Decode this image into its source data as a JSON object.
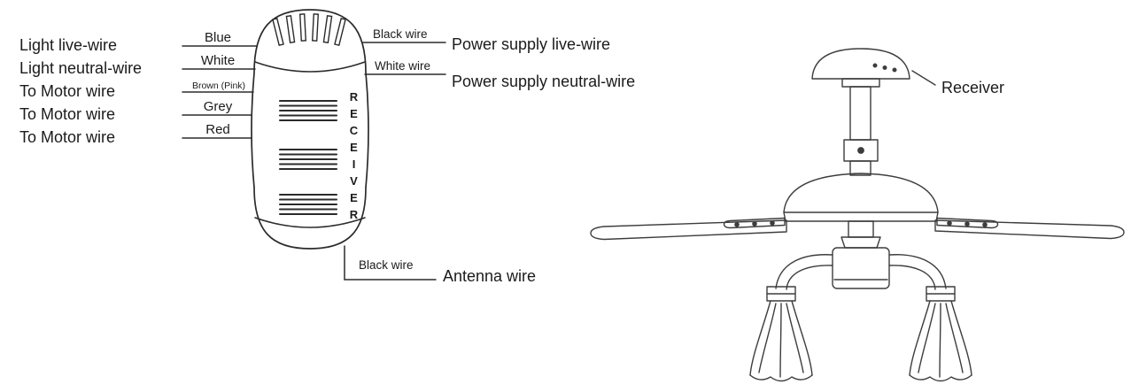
{
  "left_diagram": {
    "receiver_vertical_label": "RECEIVER",
    "left_connections": [
      {
        "label": "Light live-wire",
        "wire": "Blue"
      },
      {
        "label": "Light neutral-wire",
        "wire": "White"
      },
      {
        "label": "To Motor wire",
        "wire": "Brown (Pink)"
      },
      {
        "label": "To Motor wire",
        "wire": "Grey"
      },
      {
        "label": "To Motor wire",
        "wire": "Red"
      }
    ],
    "right_connections": [
      {
        "wire": "Black wire",
        "label": "Power supply live-wire"
      },
      {
        "wire": "White wire",
        "label": "Power supply neutral-wire"
      }
    ],
    "antenna_connection": {
      "wire": "Black wire",
      "label": "Antenna wire"
    }
  },
  "fan_illustration": {
    "receiver_pointer_label": "Receiver"
  },
  "colors": {
    "diagram_line": "#2b2b2b",
    "fan_line": "#3d3d3d",
    "text": "#1b1b1b",
    "background": "#ffffff"
  }
}
